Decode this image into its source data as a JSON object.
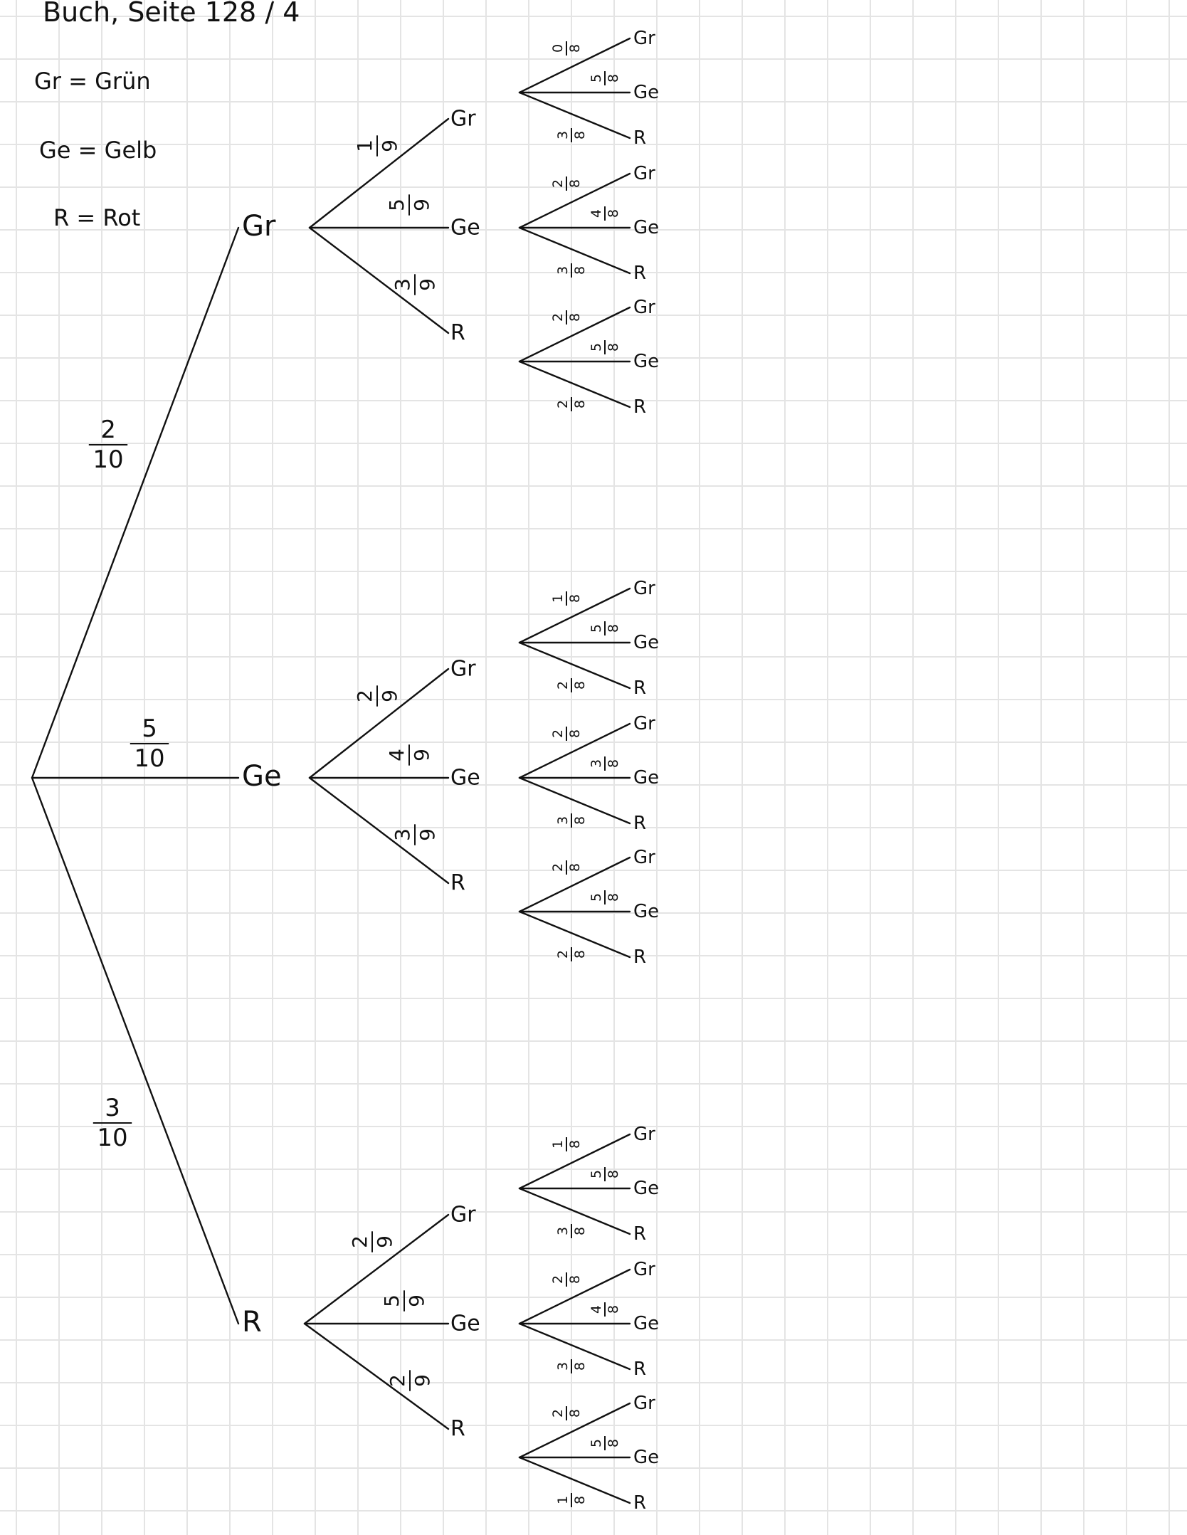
{
  "header": {
    "title": "Buch, Seite 128 / 4"
  },
  "legend": [
    {
      "abbr": "Gr",
      "meaning": "Grün",
      "text": "Gr = Grün"
    },
    {
      "abbr": "Ge",
      "meaning": "Gelb",
      "text": "Ge = Gelb"
    },
    {
      "abbr": "R",
      "meaning": "Rot",
      "text": "R = Rot"
    }
  ],
  "tree": {
    "branches": [
      {
        "label": "Gr",
        "prob": [
          "2",
          "10"
        ],
        "children": [
          {
            "label": "Gr",
            "prob": [
              "1",
              "9"
            ],
            "children": [
              {
                "label": "Gr",
                "prob": [
                  "0",
                  "8"
                ]
              },
              {
                "label": "Ge",
                "prob": [
                  "5",
                  "8"
                ]
              },
              {
                "label": "R",
                "prob": [
                  "3",
                  "8"
                ]
              }
            ]
          },
          {
            "label": "Ge",
            "prob": [
              "5",
              "9"
            ],
            "children": [
              {
                "label": "Gr",
                "prob": [
                  "2",
                  "8"
                ]
              },
              {
                "label": "Ge",
                "prob": [
                  "4",
                  "8"
                ]
              },
              {
                "label": "R",
                "prob": [
                  "3",
                  "8"
                ]
              }
            ]
          },
          {
            "label": "R",
            "prob": [
              "3",
              "9"
            ],
            "children": [
              {
                "label": "Gr",
                "prob": [
                  "2",
                  "8"
                ]
              },
              {
                "label": "Ge",
                "prob": [
                  "5",
                  "8"
                ]
              },
              {
                "label": "R",
                "prob": [
                  "2",
                  "8"
                ]
              }
            ]
          }
        ]
      },
      {
        "label": "Ge",
        "prob": [
          "5",
          "10"
        ],
        "children": [
          {
            "label": "Gr",
            "prob": [
              "2",
              "9"
            ],
            "children": [
              {
                "label": "Gr",
                "prob": [
                  "1",
                  "8"
                ]
              },
              {
                "label": "Ge",
                "prob": [
                  "5",
                  "8"
                ]
              },
              {
                "label": "R",
                "prob": [
                  "2",
                  "8"
                ]
              }
            ]
          },
          {
            "label": "Ge",
            "prob": [
              "4",
              "9"
            ],
            "children": [
              {
                "label": "Gr",
                "prob": [
                  "2",
                  "8"
                ]
              },
              {
                "label": "Ge",
                "prob": [
                  "3",
                  "8"
                ]
              },
              {
                "label": "R",
                "prob": [
                  "3",
                  "8"
                ]
              }
            ]
          },
          {
            "label": "R",
            "prob": [
              "3",
              "9"
            ],
            "children": [
              {
                "label": "Gr",
                "prob": [
                  "2",
                  "8"
                ]
              },
              {
                "label": "Ge",
                "prob": [
                  "5",
                  "8"
                ]
              },
              {
                "label": "R",
                "prob": [
                  "2",
                  "8"
                ]
              }
            ]
          }
        ]
      },
      {
        "label": "R",
        "prob": [
          "3",
          "10"
        ],
        "children": [
          {
            "label": "Gr",
            "prob": [
              "2",
              "9"
            ],
            "children": [
              {
                "label": "Gr",
                "prob": [
                  "1",
                  "8"
                ]
              },
              {
                "label": "Ge",
                "prob": [
                  "5",
                  "8"
                ]
              },
              {
                "label": "R",
                "prob": [
                  "3",
                  "8"
                ]
              }
            ]
          },
          {
            "label": "Ge",
            "prob": [
              "5",
              "9"
            ],
            "children": [
              {
                "label": "Gr",
                "prob": [
                  "2",
                  "8"
                ]
              },
              {
                "label": "Ge",
                "prob": [
                  "4",
                  "8"
                ]
              },
              {
                "label": "R",
                "prob": [
                  "3",
                  "8"
                ]
              }
            ]
          },
          {
            "label": "R",
            "prob": [
              "2",
              "9"
            ],
            "children": [
              {
                "label": "Gr",
                "prob": [
                  "2",
                  "8"
                ]
              },
              {
                "label": "Ge",
                "prob": [
                  "5",
                  "8"
                ]
              },
              {
                "label": "R",
                "prob": [
                  "1",
                  "8"
                ]
              }
            ]
          }
        ]
      }
    ]
  }
}
